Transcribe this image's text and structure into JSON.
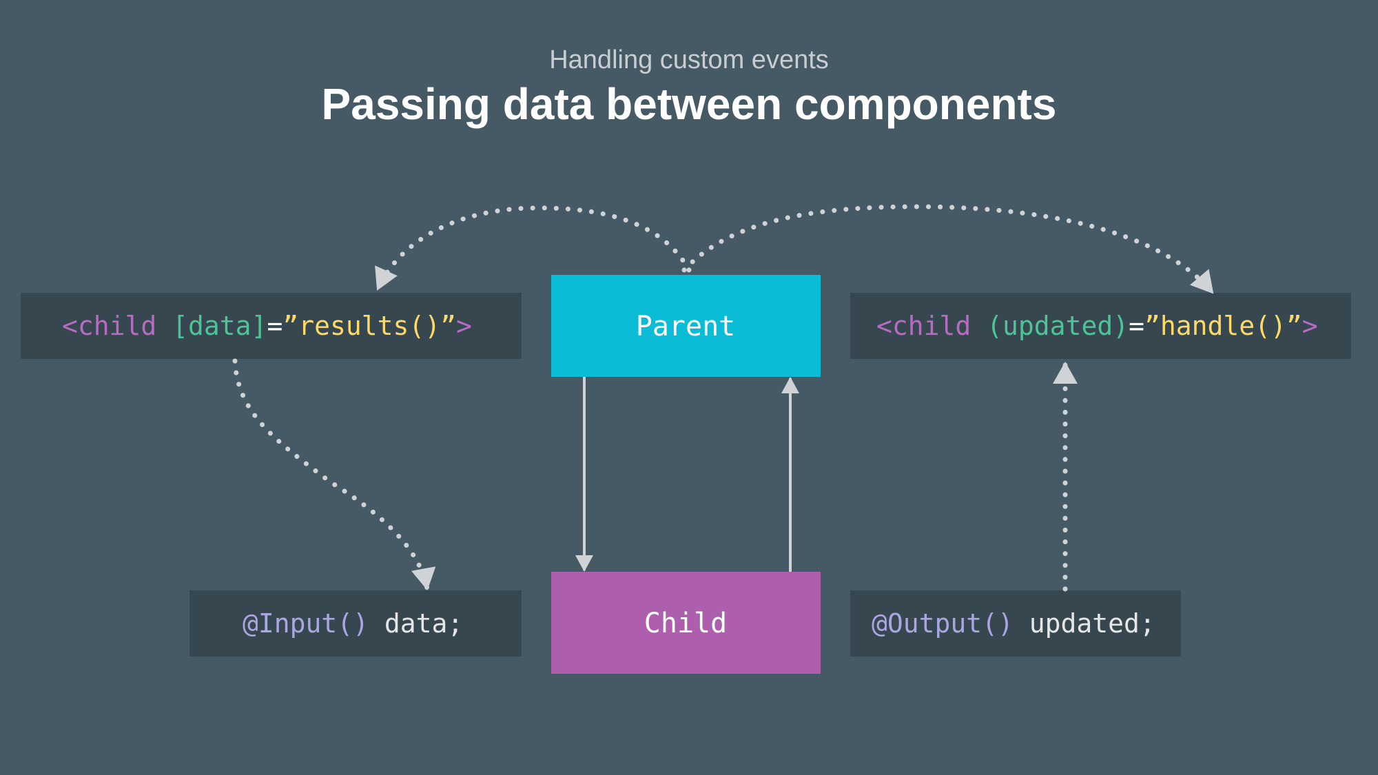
{
  "header": {
    "subtitle": "Handling custom events",
    "title": "Passing data between components"
  },
  "nodes": {
    "parent": {
      "label": "Parent",
      "color": "#0bbcd6"
    },
    "child": {
      "label": "Child",
      "color": "#ad5fae"
    }
  },
  "code": {
    "input_binding": [
      {
        "text": "<",
        "color": "#b76bc2"
      },
      {
        "text": "child",
        "color": "#b76bc2"
      },
      {
        "text": " ",
        "color": "#ffffff"
      },
      {
        "text": "[data]",
        "color": "#4cc496"
      },
      {
        "text": "=",
        "color": "#ffffff"
      },
      {
        "text": "”results()”",
        "color": "#ffd966"
      },
      {
        "text": ">",
        "color": "#b76bc2"
      }
    ],
    "output_binding": [
      {
        "text": "<",
        "color": "#b76bc2"
      },
      {
        "text": "child",
        "color": "#b76bc2"
      },
      {
        "text": " ",
        "color": "#ffffff"
      },
      {
        "text": "(updated)",
        "color": "#4cc496"
      },
      {
        "text": "=",
        "color": "#ffffff"
      },
      {
        "text": "”handle()”",
        "color": "#ffd966"
      },
      {
        "text": ">",
        "color": "#b76bc2"
      }
    ],
    "input_decl": [
      {
        "text": "@Input()",
        "color": "#a9a6e0"
      },
      {
        "text": " data;",
        "color": "#e6e6e6"
      }
    ],
    "output_decl": [
      {
        "text": "@Output()",
        "color": "#a9a6e0"
      },
      {
        "text": " updated;",
        "color": "#e6e6e6"
      }
    ]
  },
  "colors": {
    "background": "#455a64",
    "code_box": "#37474f",
    "connector": "#d0d3d5"
  }
}
